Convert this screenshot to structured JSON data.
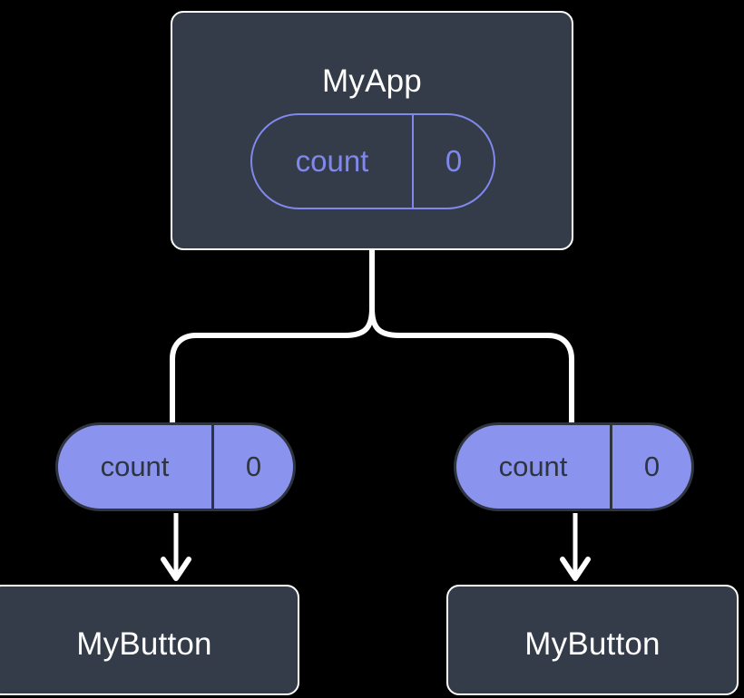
{
  "diagram": {
    "type": "component-state-tree",
    "background_color": "#000000",
    "colors": {
      "node_fill": "#343b49",
      "node_border": "#ffffff",
      "accent": "#8a93ee",
      "accent_outline": "#8188ec",
      "connector": "#ffffff",
      "pill_text_dark": "#2e3440",
      "title_text": "#ffffff"
    },
    "root": {
      "title": "MyApp",
      "state": {
        "key": "count",
        "value": "0"
      }
    },
    "children": [
      {
        "state": {
          "key": "count",
          "value": "0"
        },
        "title": "MyButton"
      },
      {
        "state": {
          "key": "count",
          "value": "0"
        },
        "title": "MyButton"
      }
    ],
    "edges": {
      "root_to_children": "branching-tree",
      "state_to_child": "arrow-down"
    }
  }
}
